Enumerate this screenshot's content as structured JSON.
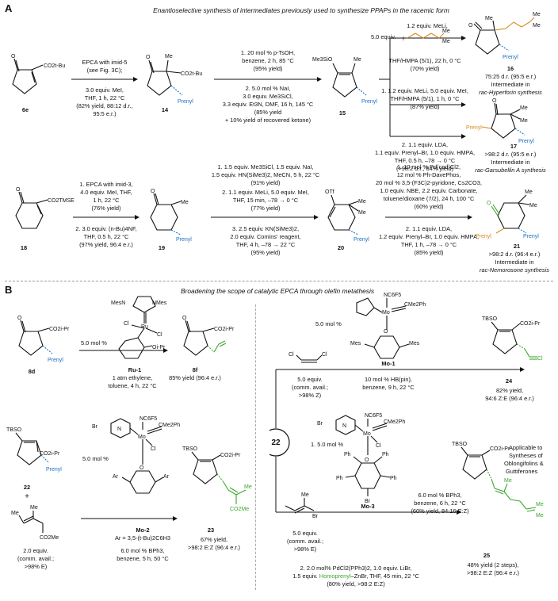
{
  "sectionA": {
    "letter": "A",
    "title": "Enantioselective synthesis of intermediates previously used to synthesize PPAPs in the racemic form",
    "c6e": "6e",
    "c14": "14",
    "c15": "15",
    "c16": "16",
    "c17": "17",
    "c18": "18",
    "c19": "19",
    "c20": "20",
    "c21": "21",
    "step1_above": [
      "EPCA with imid-5",
      "(see Fig. 3C);"
    ],
    "step1_below": [
      "3.0 equiv. MeI,",
      "THF, 1 h, 22 °C",
      "(82% yield, 88:12 d.r.,",
      "95:5 e.r.)"
    ],
    "step2_above": [
      "1. 20 mol % p-TsOH,",
      "benzene, 2 h, 85 °C",
      "(95% yield)"
    ],
    "step2_below": [
      "2. 5.0 mol % NaI,",
      "3.0 equiv. Me3SiCl,",
      "3.3 equiv. Et3N, DMF, 16 h, 145 °C",
      "(85% yield",
      "+ 10% yield of recovered ketone)"
    ],
    "step3_top": [
      "1.2 equiv. MeLi,",
      "5.0 equiv."
    ],
    "step3_mid": [
      "THF/HMPA (5/1), 22 h, 0 °C",
      "(70% yield)"
    ],
    "step3_low1": [
      "1. 1.2 equiv. MeLi, 5.0 equiv. MeI,",
      "THF/HMPA (5/1), 1 h, 0 °C",
      "(87% yield)"
    ],
    "step3_low2": [
      "2. 1.1 equiv. LDA,",
      "1.1 equiv. Prenyl–Br, 1.0 equiv. HMPA,",
      "THF, 0.5 h, –78 → 0 °C",
      "(>98:2 d.r., 84% yield)"
    ],
    "r16": [
      "75:25 d.r. (95:5 e.r.)",
      "Intermediate in",
      "rac-Hyperforin synthesis"
    ],
    "r17": [
      ">98:2 d.r. (95:5 e.r.)",
      "Intermediate in",
      "rac-Garsubellin A synthesis"
    ],
    "step4_above": [
      "1. EPCA with imid-3,",
      "4.0 equiv. MeI, THF,",
      "1 h, 22 °C",
      "(76% yield)"
    ],
    "step4_below": [
      "2. 3.0 equiv. (n-Bu)4NF,",
      "THF, 0.5 h, 22 °C",
      "(97% yield, 96:4 e.r.)"
    ],
    "step5_above": [
      "1. 1.5 equiv. Me3SiCl, 1.5 equiv. NaI,",
      "1.5 equiv. HN(SiMe3)2, MeCN, 5 h, 22 °C",
      "(91% yield)",
      "2. 1.1 equiv. MeLi, 5.0 equiv. MeI,",
      "THF, 15 min, –78 → 0 °C",
      "(77% yield)"
    ],
    "step5_below": [
      "3. 2.5 equiv. KN(SiMe3)2,",
      "2.0 equiv. Comins' reagent,",
      "THF, 4 h, –78 → 22 °C",
      "(95% yield)"
    ],
    "step6_above": [
      "1. 10 mol % Pd(cod)Cl2,",
      "12 mol % Ph-DavePhos,",
      "20 mol % 3,5-(F3C)2-pyridone, Cs2CO3,",
      "1.0 equiv. NBE, 2.2 equiv. Carbonate,",
      "toluene/dioxane (7/2), 24 h, 100 °C",
      "(60% yield)"
    ],
    "step6_below": [
      "2. 1.1 equiv. LDA,",
      "1.2 equiv. Prenyl–Br, 1.0 equiv. HMPA,",
      "THF, 1 h, –78 → 0 °C",
      "(85% yield)"
    ],
    "r21": [
      ">98:2 d.r. (96:4 e.r.)",
      "Intermediate in",
      "rac-Nemorosone synthesis"
    ]
  },
  "sectionB": {
    "letter": "B",
    "title": "Broadening the scope of catalytic EPCA through olefin metathesis",
    "c8d": "8d",
    "c8f": "8f",
    "c22": "22",
    "c22circle": "22",
    "c23": "23",
    "c24": "24",
    "c25": "25",
    "ru1": "Ru-1",
    "mo1": "Mo-1",
    "mo2": "Mo-2",
    "mo3": "Mo-3",
    "ru_above": "5.0 mol %",
    "ru_below": [
      "1 atm ethylene,",
      "toluene, 4 h, 22 °C"
    ],
    "y8f": "85% yield (96:4 e.r.)",
    "mo1_pct": "5.0 mol %",
    "dce": [
      "5.0 equiv.",
      "(comm. avail.;",
      ">98% Z)"
    ],
    "mo1_cond": [
      "10 mol % HB(pin),",
      "benzene, 9 h, 22 °C"
    ],
    "y24": [
      "82% yield,",
      "94:6 Z:E (96:4 e.r.)"
    ],
    "plus": "+",
    "ester": [
      "2.0 equiv.",
      "(comm. avail.;",
      ">98% E)"
    ],
    "mo2_pct": "5.0 mol %",
    "mo2_ar": "Ar = 3,5-(t-Bu)2C6H3",
    "mo2_cond": [
      "6.0 mol % BPh3,",
      "benzene, 5 h, 50 °C"
    ],
    "y23": [
      "67% yield,",
      ">98:2 E:Z (96:4 e.r.)"
    ],
    "mo3_pct": "1. 5.0 mol %",
    "vb": [
      "5.0 equiv.",
      "(comm. avail.;",
      ">98% E)"
    ],
    "mo3_cond": [
      "6.0 mol % BPh3,",
      "benzene, 6 h, 22 °C",
      "(60% yield, 84:16 E:Z)"
    ],
    "step_b2": [
      "2. 2.0 mol% PdCl2(PPh3)2, 1.0 equiv. LiBr,",
      "1.5 equiv. Homoprenyl–ZnBr, THF, 45 min, 22 °C",
      "(80% yield, >98:2 E:Z)"
    ],
    "applicable": [
      "Applicable to",
      "Syntheses of",
      "Oblongifolins &",
      "Guttiferones"
    ],
    "y25": [
      "48% yield (2 steps),",
      ">98:2 E:Z (96:4 e.r.)"
    ]
  },
  "labels": {
    "prenyl": "Prenyl",
    "me": "Me",
    "i": "I",
    "o": "O",
    "tbso": "TBSO",
    "me3sio": "Me3SiO",
    "oti": "OTf",
    "cl": "Cl",
    "br": "Br",
    "co2tbu": "CO2t-Bu",
    "co2tmse": "CO2TMSE",
    "co2ipr": "CO2i-Pr",
    "co2me": "CO2Me",
    "mes": "Mes",
    "nmes": "NMes",
    "mesn": "MesN",
    "ru": "Ru",
    "mo": "Mo",
    "ncf": "NC6F5",
    "cme2ph": "CMe2Ph",
    "oipr": "Oi-Pr",
    "ar": "Ar",
    "ph": "Ph",
    "n": "N",
    "homoprenyl": "Homoprenyl"
  }
}
